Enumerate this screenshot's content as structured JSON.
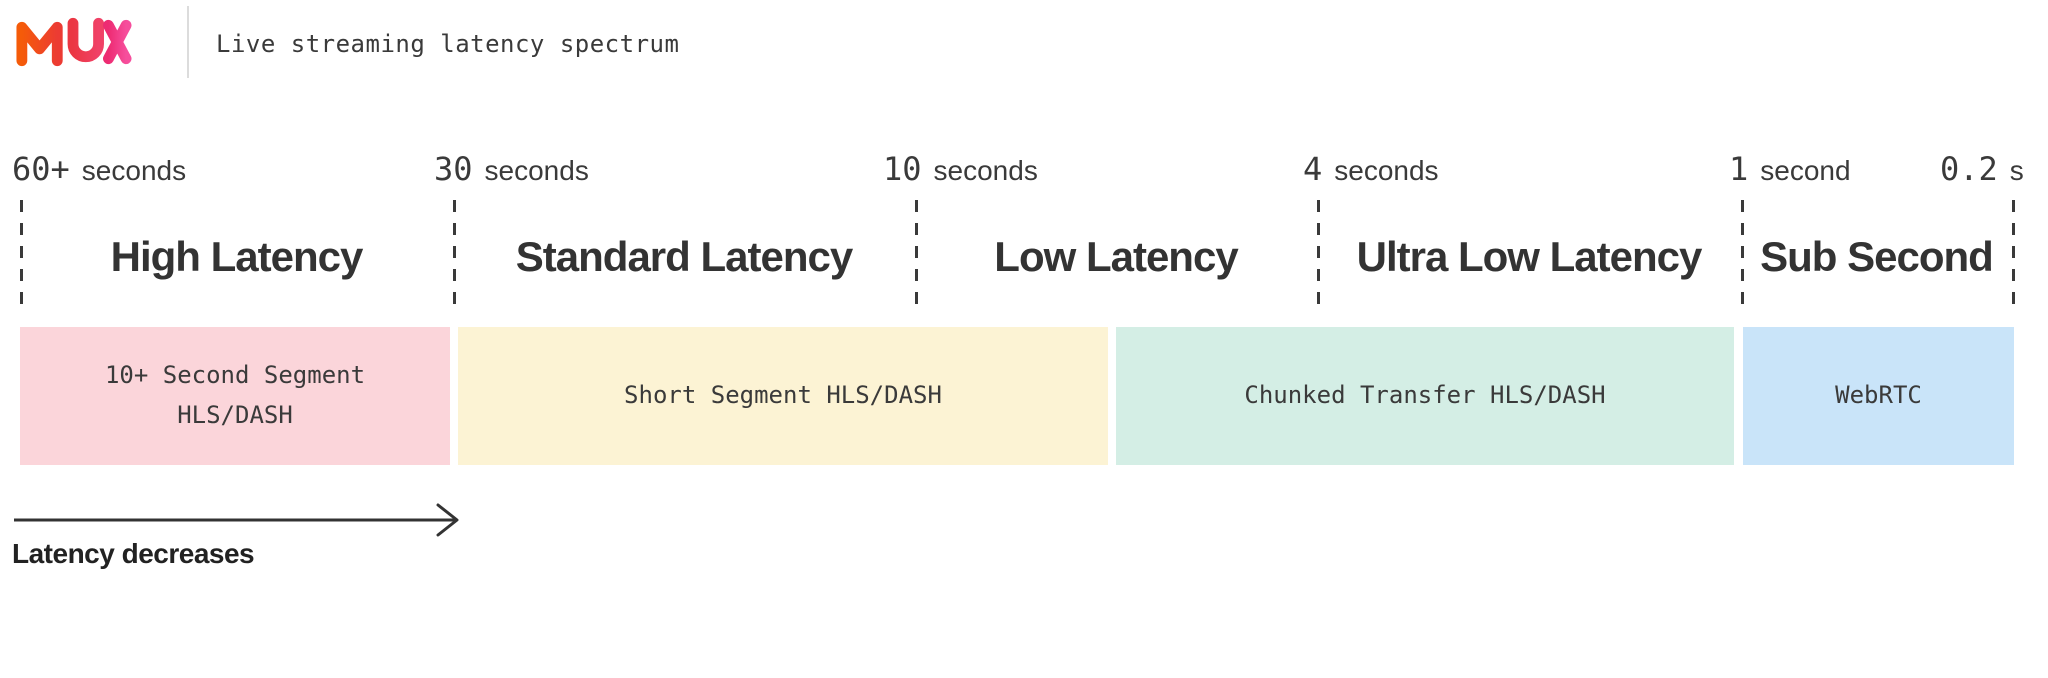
{
  "header": {
    "logo_text": "MUX",
    "title": "Live streaming latency spectrum"
  },
  "brand_colors": {
    "logo_m_gradient": [
      "#F55B09",
      "#EC3B33"
    ],
    "logo_u_gradient": [
      "#EB3743",
      "#F04167"
    ],
    "logo_x_gradient": [
      "#ED2B72",
      "#F64E9C"
    ],
    "text_dark": "#3A3A3A",
    "dash_line": "#3A3A3A"
  },
  "spectrum": {
    "markers": [
      {
        "value": "60+",
        "unit": "seconds"
      },
      {
        "value": "30",
        "unit": "seconds"
      },
      {
        "value": "10",
        "unit": "seconds"
      },
      {
        "value": "4",
        "unit": "seconds"
      },
      {
        "value": "1",
        "unit": "second"
      },
      {
        "value": "0.2",
        "unit": "s"
      }
    ],
    "categories": [
      {
        "label": "High Latency"
      },
      {
        "label": "Standard Latency"
      },
      {
        "label": "Low Latency"
      },
      {
        "label": "Ultra Low Latency"
      },
      {
        "label": "Sub Second"
      }
    ],
    "technologies": [
      {
        "label": "10+ Second Segment HLS/DASH",
        "line1": "10+ Second Segment",
        "line2": "HLS/DASH",
        "color": "#FBD5DA"
      },
      {
        "label": "Short Segment HLS/DASH",
        "color": "#FCF3D4"
      },
      {
        "label": "Chunked Transfer HLS/DASH",
        "color": "#D4EEE5"
      },
      {
        "label": "WebRTC",
        "color": "#C9E4F9"
      }
    ],
    "arrow_label": "Latency decreases"
  }
}
